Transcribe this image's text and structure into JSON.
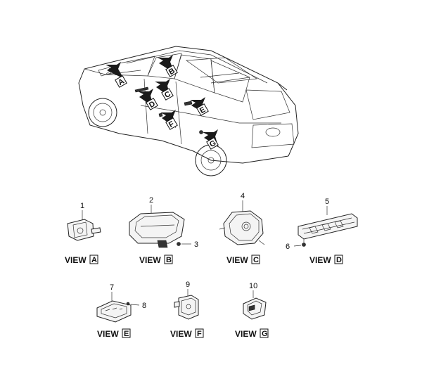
{
  "callouts": [
    {
      "id": "A"
    },
    {
      "id": "B"
    },
    {
      "id": "C"
    },
    {
      "id": "D"
    },
    {
      "id": "E"
    },
    {
      "id": "F"
    },
    {
      "id": "G"
    }
  ],
  "parts": {
    "p1": "1",
    "p2": "2",
    "p3": "3",
    "p4": "4",
    "p5": "5",
    "p6": "6",
    "p7": "7",
    "p8": "8",
    "p9": "9",
    "p10": "10"
  },
  "views": {
    "prefix": "VIEW",
    "a": "A",
    "b": "B",
    "c": "C",
    "d": "D",
    "e": "E",
    "f": "F",
    "g": "G"
  }
}
